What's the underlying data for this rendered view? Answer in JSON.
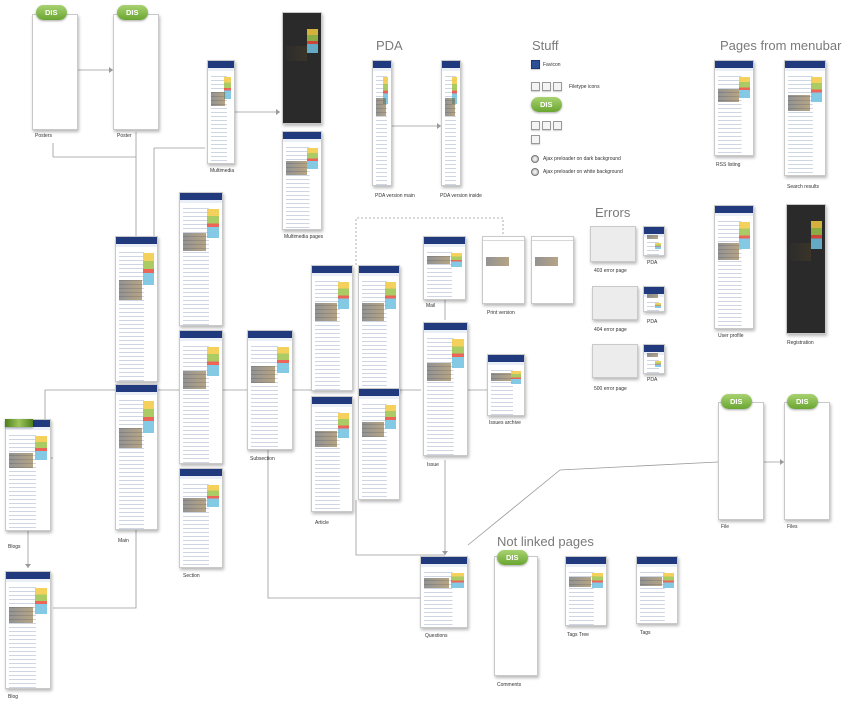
{
  "section_titles": {
    "pda": "PDA",
    "stuff": "Stuff",
    "pages_from_menubar": "Pages from menubar",
    "errors": "Errors",
    "not_linked_pages": "Not linked pages"
  },
  "tab_text": "DIS",
  "pages": {
    "posters": "Posters",
    "poster": "Poster",
    "multimedia": "Multimedia",
    "multimedia_pages": "Multimedia pages",
    "pda_version_main": "PDA version main",
    "pda_version_inside": "PDA version inside",
    "rss_listing": "RSS listing",
    "search_results": "Search results",
    "user_profile": "User profile",
    "registration": "Registration",
    "main": "Main",
    "section": "Section",
    "subsection": "Subsection",
    "article": "Article",
    "mail": "Mail",
    "print_version": "Print version",
    "issue": "Issue",
    "issues_archive": "Issues archive",
    "blogs": "Blogs",
    "blog": "Blog",
    "questions": "Questions",
    "comments": "Comments",
    "tags_tree": "Tags Tree",
    "tags": "Tags",
    "file": "File",
    "files": "Files"
  },
  "stuff": {
    "favicon": "Favicon",
    "filetype_icons": "Filetype icons",
    "ajax_dark": "Ajax preloader on dark background",
    "ajax_white": "Ajax preloader on white background"
  },
  "errors": {
    "e403": "403 error page",
    "e404": "404 error page",
    "e500": "500 error page",
    "pda": "PDA"
  }
}
